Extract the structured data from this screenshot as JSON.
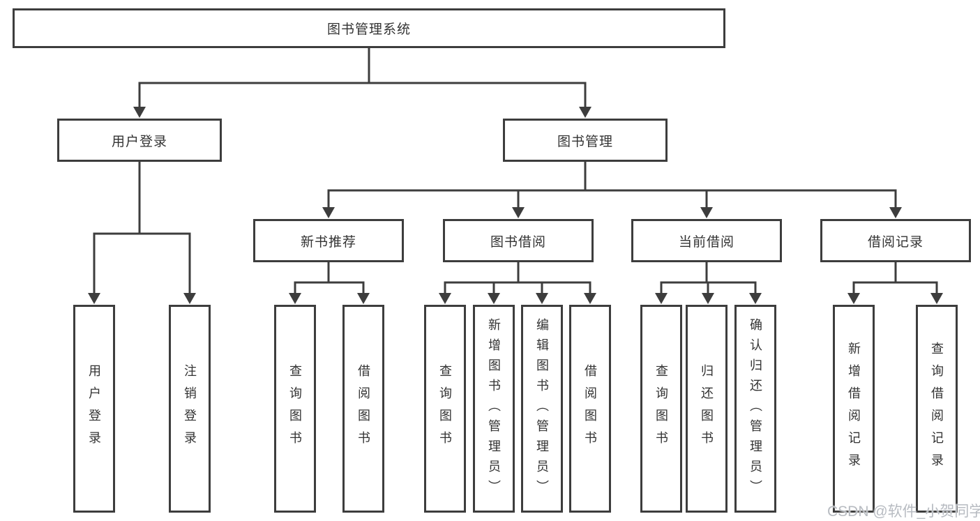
{
  "watermark": "CSDN @软件_小贺同学",
  "colors": {
    "line": "#3d3d3d",
    "text": "#333333",
    "bg": "#ffffff",
    "watermark": "#b7bbc1"
  },
  "tree": {
    "label": "图书管理系统",
    "children": [
      {
        "label": "用户登录",
        "children": [
          {
            "label": "用户登录"
          },
          {
            "label": "注销登录"
          }
        ]
      },
      {
        "label": "图书管理",
        "children": [
          {
            "label": "新书推荐",
            "children": [
              {
                "label": "查询图书"
              },
              {
                "label": "借阅图书"
              }
            ]
          },
          {
            "label": "图书借阅",
            "children": [
              {
                "label": "查询图书"
              },
              {
                "label": "新增图书（管理员）"
              },
              {
                "label": "编辑图书（管理员）"
              },
              {
                "label": "借阅图书"
              }
            ]
          },
          {
            "label": "当前借阅",
            "children": [
              {
                "label": "查询图书"
              },
              {
                "label": "归还图书"
              },
              {
                "label": "确认归还（管理员）"
              }
            ]
          },
          {
            "label": "借阅记录",
            "children": [
              {
                "label": "新增借阅记录"
              },
              {
                "label": "查询借阅记录"
              }
            ]
          }
        ]
      }
    ]
  }
}
